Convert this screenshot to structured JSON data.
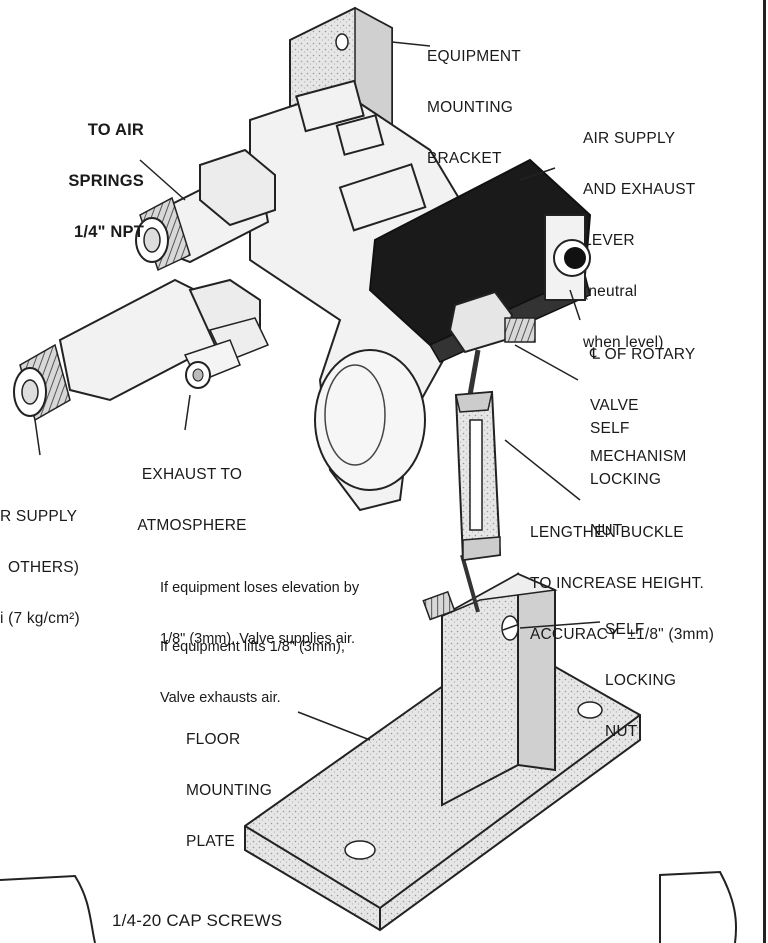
{
  "labels": {
    "equipment_bracket": [
      "EQUIPMENT",
      "MOUNTING",
      "BRACKET"
    ],
    "to_air_springs": [
      "TO AIR",
      "SPRINGS",
      "1/4\" NPT"
    ],
    "lever": [
      "AIR SUPPLY",
      "AND EXHAUST",
      "LEVER",
      "(neutral",
      "when level)"
    ],
    "rotary_valve": [
      "℄ OF ROTARY",
      "VALVE",
      "MECHANISM"
    ],
    "self_locking_nut_1": [
      "SELF",
      "LOCKING",
      "NUT"
    ],
    "exhaust": [
      "EXHAUST TO",
      "ATMOSPHERE"
    ],
    "air_supply": [
      "R SUPPLY",
      "OTHERS)",
      "i (7 kg/cm²)"
    ],
    "lengthen_buckle": [
      "LENGTHEN BUCKLE",
      "TO INCREASE HEIGHT.",
      "ACCURACY  ±1/8\" (3mm)"
    ],
    "self_locking_nut_2": [
      "SELF",
      "LOCKING",
      "NUT"
    ],
    "floor_plate": [
      "FLOOR",
      "MOUNTING",
      "PLATE"
    ],
    "cap_screws": "1/4-20 CAP SCREWS"
  },
  "notes": {
    "elevation_loss": [
      "If equipment loses elevation by",
      "1/8\" (3mm), Valve supplies air."
    ],
    "lift": [
      "If equipment lifts 1/8\" (3mm),",
      "Valve exhausts air."
    ]
  }
}
